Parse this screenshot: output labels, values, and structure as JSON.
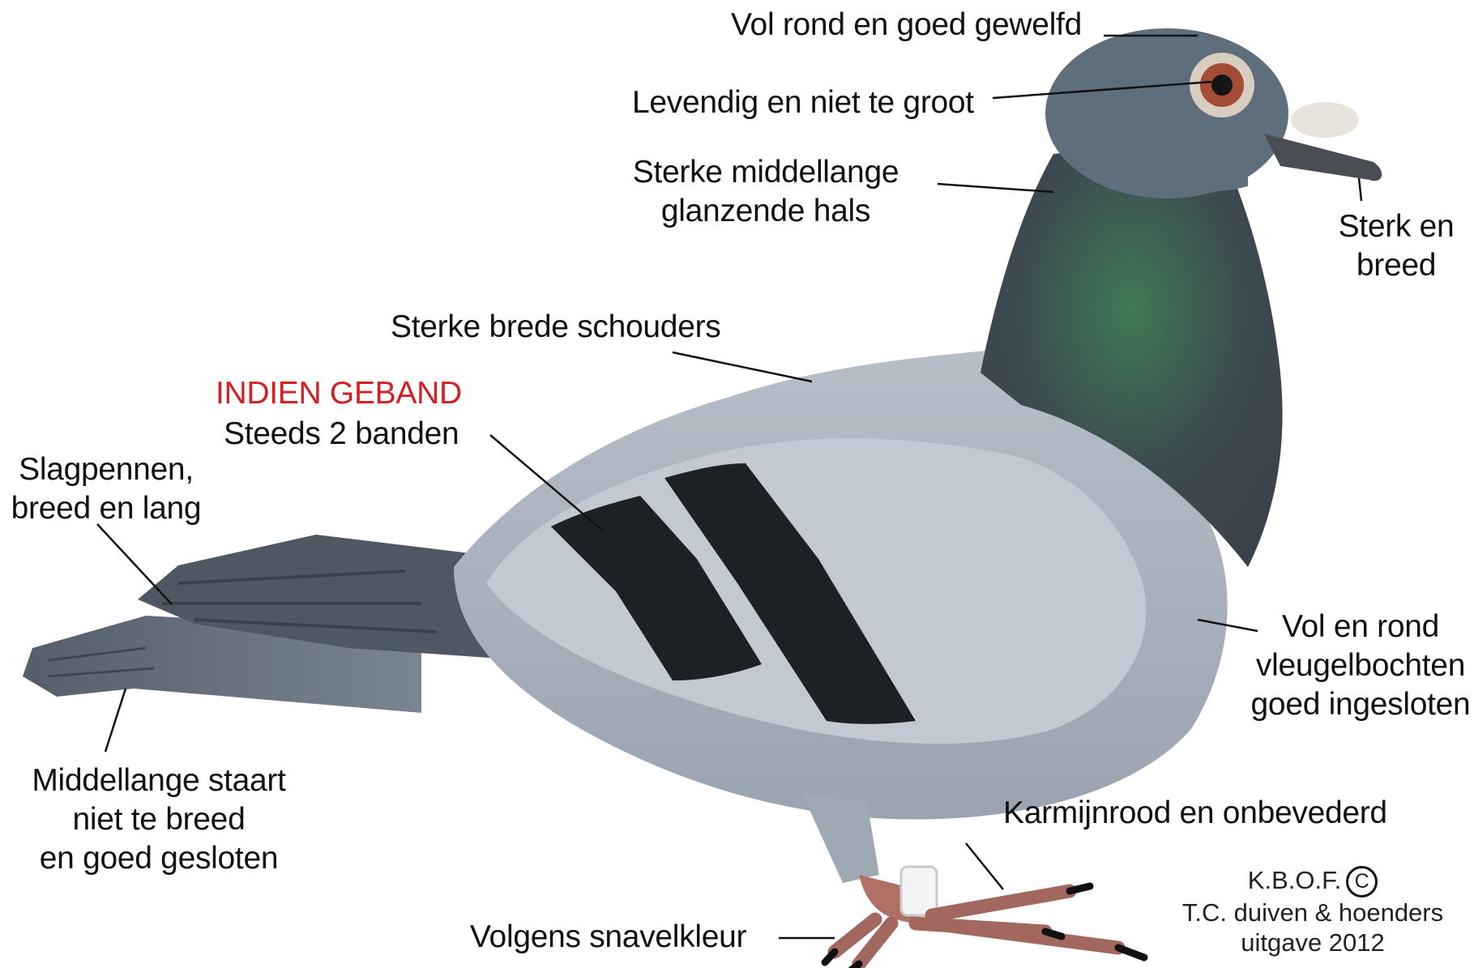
{
  "labels": {
    "head": "Vol rond en goed gewelfd",
    "eye": "Levendig en niet te groot",
    "neck_line1": "Sterke middellange",
    "neck_line2": "glanzende hals",
    "beak_line1": "Sterk en",
    "beak_line2": "breed",
    "shoulders": "Sterke brede schouders",
    "banding_note": "INDIEN GEBAND",
    "bars": "Steeds 2 banden",
    "flights_line1": "Slagpennen,",
    "flights_line2": "breed en lang",
    "wingbow_line1": "Vol en rond",
    "wingbow_line2": "vleugelbochten",
    "wingbow_line3": "goed ingesloten",
    "tail_line1": "Middellange staart",
    "tail_line2": "niet te breed",
    "tail_line3": "en goed gesloten",
    "legs": "Karmijnrood en onbevederd",
    "nails": "Volgens snavelkleur"
  },
  "credit": {
    "line1": "K.B.O.F.",
    "symbol": "C",
    "line2": "T.C. duiven & hoenders",
    "line3": "uitgave 2012"
  },
  "colors": {
    "accent_red": "#d61d20",
    "head_grey": "#5f6e7b",
    "neck_green": "#2f6b48",
    "wing_grey": "#c2c9d2",
    "bar_black": "#1d2125",
    "foot_red": "#b07068"
  }
}
